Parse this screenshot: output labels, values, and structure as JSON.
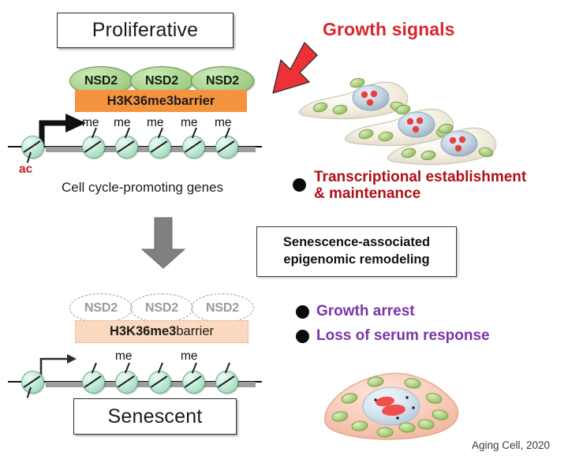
{
  "figure": {
    "citation": "Aging Cell, 2020"
  },
  "colors": {
    "growth_signal_red": "#D8262C",
    "bullet_red": "#AD1117",
    "bullet_purple": "#7A35A8",
    "barrier_orange": "#F5943E",
    "barrier_orange_faded": "#FAD9C0",
    "nsd2_green": "#8cc06a",
    "nsd2_faded_gray": "#9a9a9a",
    "grey_arrow": "#808080",
    "ac_red": "#C0211F"
  },
  "proliferative": {
    "state_label": "Proliferative",
    "nsd2": [
      {
        "label": "NSD2",
        "state": "active"
      },
      {
        "label": "NSD2",
        "state": "active"
      },
      {
        "label": "NSD2",
        "state": "active"
      }
    ],
    "barrier": {
      "bold_text": "H3K36me3",
      "light_text": " barrier",
      "state": "active"
    },
    "marks": [
      "me",
      "me",
      "me",
      "me",
      "me"
    ],
    "acetyl_label": "ac",
    "gene_caption": "Cell cycle-promoting genes"
  },
  "transition": {
    "note": {
      "line1": "Senescence-associated",
      "line2": "epigenomic remodeling"
    }
  },
  "senescent": {
    "state_label": "Senescent",
    "nsd2": [
      {
        "label": "NSD2",
        "state": "faded"
      },
      {
        "label": "NSD2",
        "state": "faded"
      },
      {
        "label": "NSD2",
        "state": "faded"
      }
    ],
    "barrier": {
      "bold_text": "H3K36me3",
      "light_text": " barrier",
      "state": "faded"
    },
    "marks": [
      "me",
      "me"
    ]
  },
  "right_panel": {
    "growth_signals": "Growth signals",
    "proliferative_bullets": [
      {
        "line1": "Transcriptional establishment",
        "line2": "& maintenance",
        "color": "red"
      }
    ],
    "senescent_bullets": [
      {
        "line1": "Growth arrest",
        "color": "purple"
      },
      {
        "line1": "Loss of serum response",
        "color": "purple"
      }
    ]
  }
}
